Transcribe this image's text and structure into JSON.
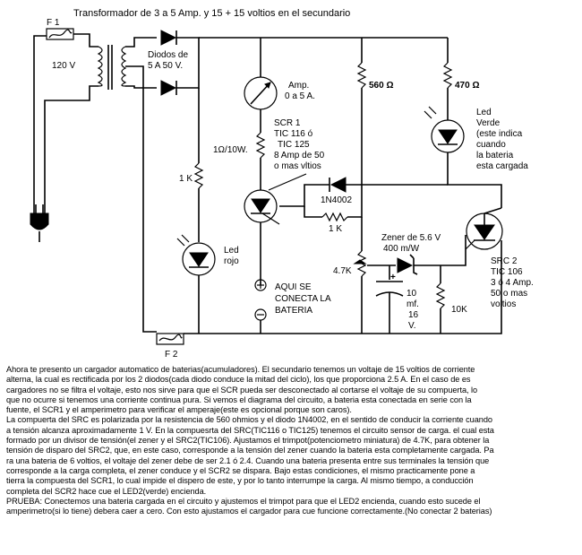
{
  "title": "Transformador de 3 a 5 Amp. y 15 + 15 voltios en el secundario",
  "labels": {
    "f1": "F 1",
    "f2": "F 2",
    "v120": "120 V",
    "diodes1": "Diodos de",
    "diodes2": "5 A 50 V.",
    "amp1": "Amp.",
    "amp2": "0 a 5 A.",
    "r560": "560 Ω",
    "r470": "470 Ω",
    "led_green1": "Led",
    "led_green2": "Verde",
    "led_green3": "(este indica",
    "led_green4": "cuando",
    "led_green5": "la bateria",
    "led_green6": "esta cargada",
    "scr1_1": "SCR 1",
    "scr1_2": "TIC 116 ó",
    "scr1_3": "TIC 125",
    "scr1_4": "8 Amp de 50",
    "scr1_5": "o mas vltios",
    "r1ohm": "1Ω/10W.",
    "r1k_left": "1 K",
    "led_red1": "Led",
    "led_red2": "rojo",
    "d1n4002": "1N4002",
    "r1k_mid": "1 K",
    "zener1": "Zener de 5.6 V",
    "zener2": "400 m/W",
    "trim": "4.7K",
    "cap_plus": "+",
    "cap1": "10",
    "cap2": "mf.",
    "cap3": "16",
    "cap4": "V.",
    "r10k": "10K",
    "scr2_1": "SRC 2",
    "scr2_2": "TIC 106",
    "scr2_3": "3 ó 4 Amp.",
    "scr2_4": "50 o mas",
    "scr2_5": "voltios",
    "bat1": "AQUI SE",
    "bat2": "CONECTA LA",
    "bat3": "BATERIA"
  },
  "paragraphs": [
    "Ahora te presento un cargador automatico de baterias(acumuladores). El secundario tenemos un voltaje de 15 voltios de corriente",
    "alterna, la cual es rectificada por los 2 diodos(cada diodo conduce la mitad del ciclo), los que proporciona 2.5 A. En el caso de es",
    "cargadores no se filtra el voltaje, esto nos sirve para que el SCR pueda ser desconectado al cortarse el voltaje de su compuerta, lo",
    "que no ocurre si tenemos una corriente continua pura. Si vemos el diagrama del circuito, a bateria esta conectada en serie con la",
    "fuente, el SCR1 y el amperimetro para verificar el amperaje(este es opcional porque son caros).",
    "La compuerta del SRC es polarizada por  la resistencia de 560 ohmios y el diodo 1N4002, en el sentido de conducir la corriente cuando",
    "a tensión alcanza aproximadamente 1 V. En la compuesrta del SRC(TIC116 o TIC125) tenemos el circuito sensor de carga. el cual esta",
    "formado por un divisor de tensión(el zener y el SRC2(TIC106). Ajustamos el trimpot(potenciometro miniatura) de 4.7K, para obtener la",
    "tensión de disparo del SRC2, que, en este caso, corresponde a la tensión del zener cuando la bateria esta completamente cargada. Pa",
    "ra una bateria de 6 voltios, el voltaje del zener debe de ser 2.1 ó 2.4. Cuando una bateria presenta entre sus terminales la tensión que",
    "corresponde a la carga completa, el zener conduce y el SCR2 se dispara. Bajo estas condiciones, el mismo practicamente pone a",
    "tierra la compuesta del SCR1, lo cual impide el dispero de este, y por lo tanto interrumpe la carga. Al mismo tiempo, a conducción",
    "completa del SCR2 hace cue el LED2(verde) encienda.",
    "PRUEBA: Conectemos una bateria cargada en el circuito y ajustemos el trimpot para que el LED2 encienda, cuando esto sucede el",
    "amperimetro(si lo tiene) debera caer a cero. Con esto ajustamos el cargador para cue funcione correctamente.(No conectar 2 baterias)"
  ]
}
